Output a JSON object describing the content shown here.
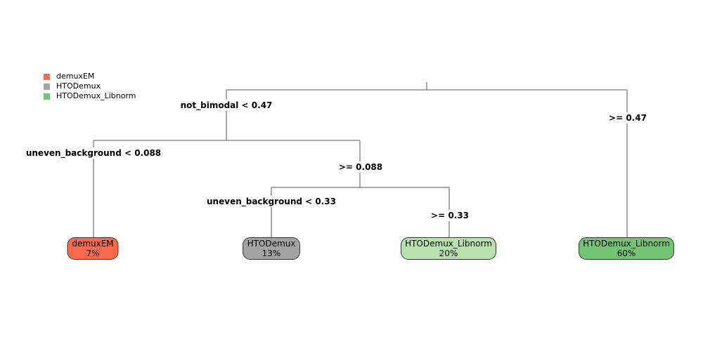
{
  "legend": {
    "items": [
      {
        "label": "demuxEM",
        "color": "#FB6A4A"
      },
      {
        "label": "HTODemux",
        "color": "#A3A3A3"
      },
      {
        "label": "HTODemux_Libnorm",
        "color": "#74C476"
      }
    ]
  },
  "tree": {
    "splits": [
      {
        "label": "not_bimodal < 0.47"
      },
      {
        "label": ">= 0.47"
      },
      {
        "label": "uneven_background < 0.088"
      },
      {
        "label": ">= 0.088"
      },
      {
        "label": "uneven_background < 0.33"
      },
      {
        "label": ">= 0.33"
      }
    ],
    "leaves": [
      {
        "name": "demuxEM",
        "value": "7%",
        "color": "#FB6A4A"
      },
      {
        "name": "HTODemux",
        "value": "13%",
        "color": "#A3A3A3"
      },
      {
        "name": "HTODemux_Libnorm",
        "value": "20%",
        "color": "#B7E2AC"
      },
      {
        "name": "HTODemux_Libnorm",
        "value": "60%",
        "color": "#74C476"
      }
    ]
  },
  "colors": {
    "edge": "#575757",
    "node_border": "#363636",
    "background": "#ffffff"
  }
}
